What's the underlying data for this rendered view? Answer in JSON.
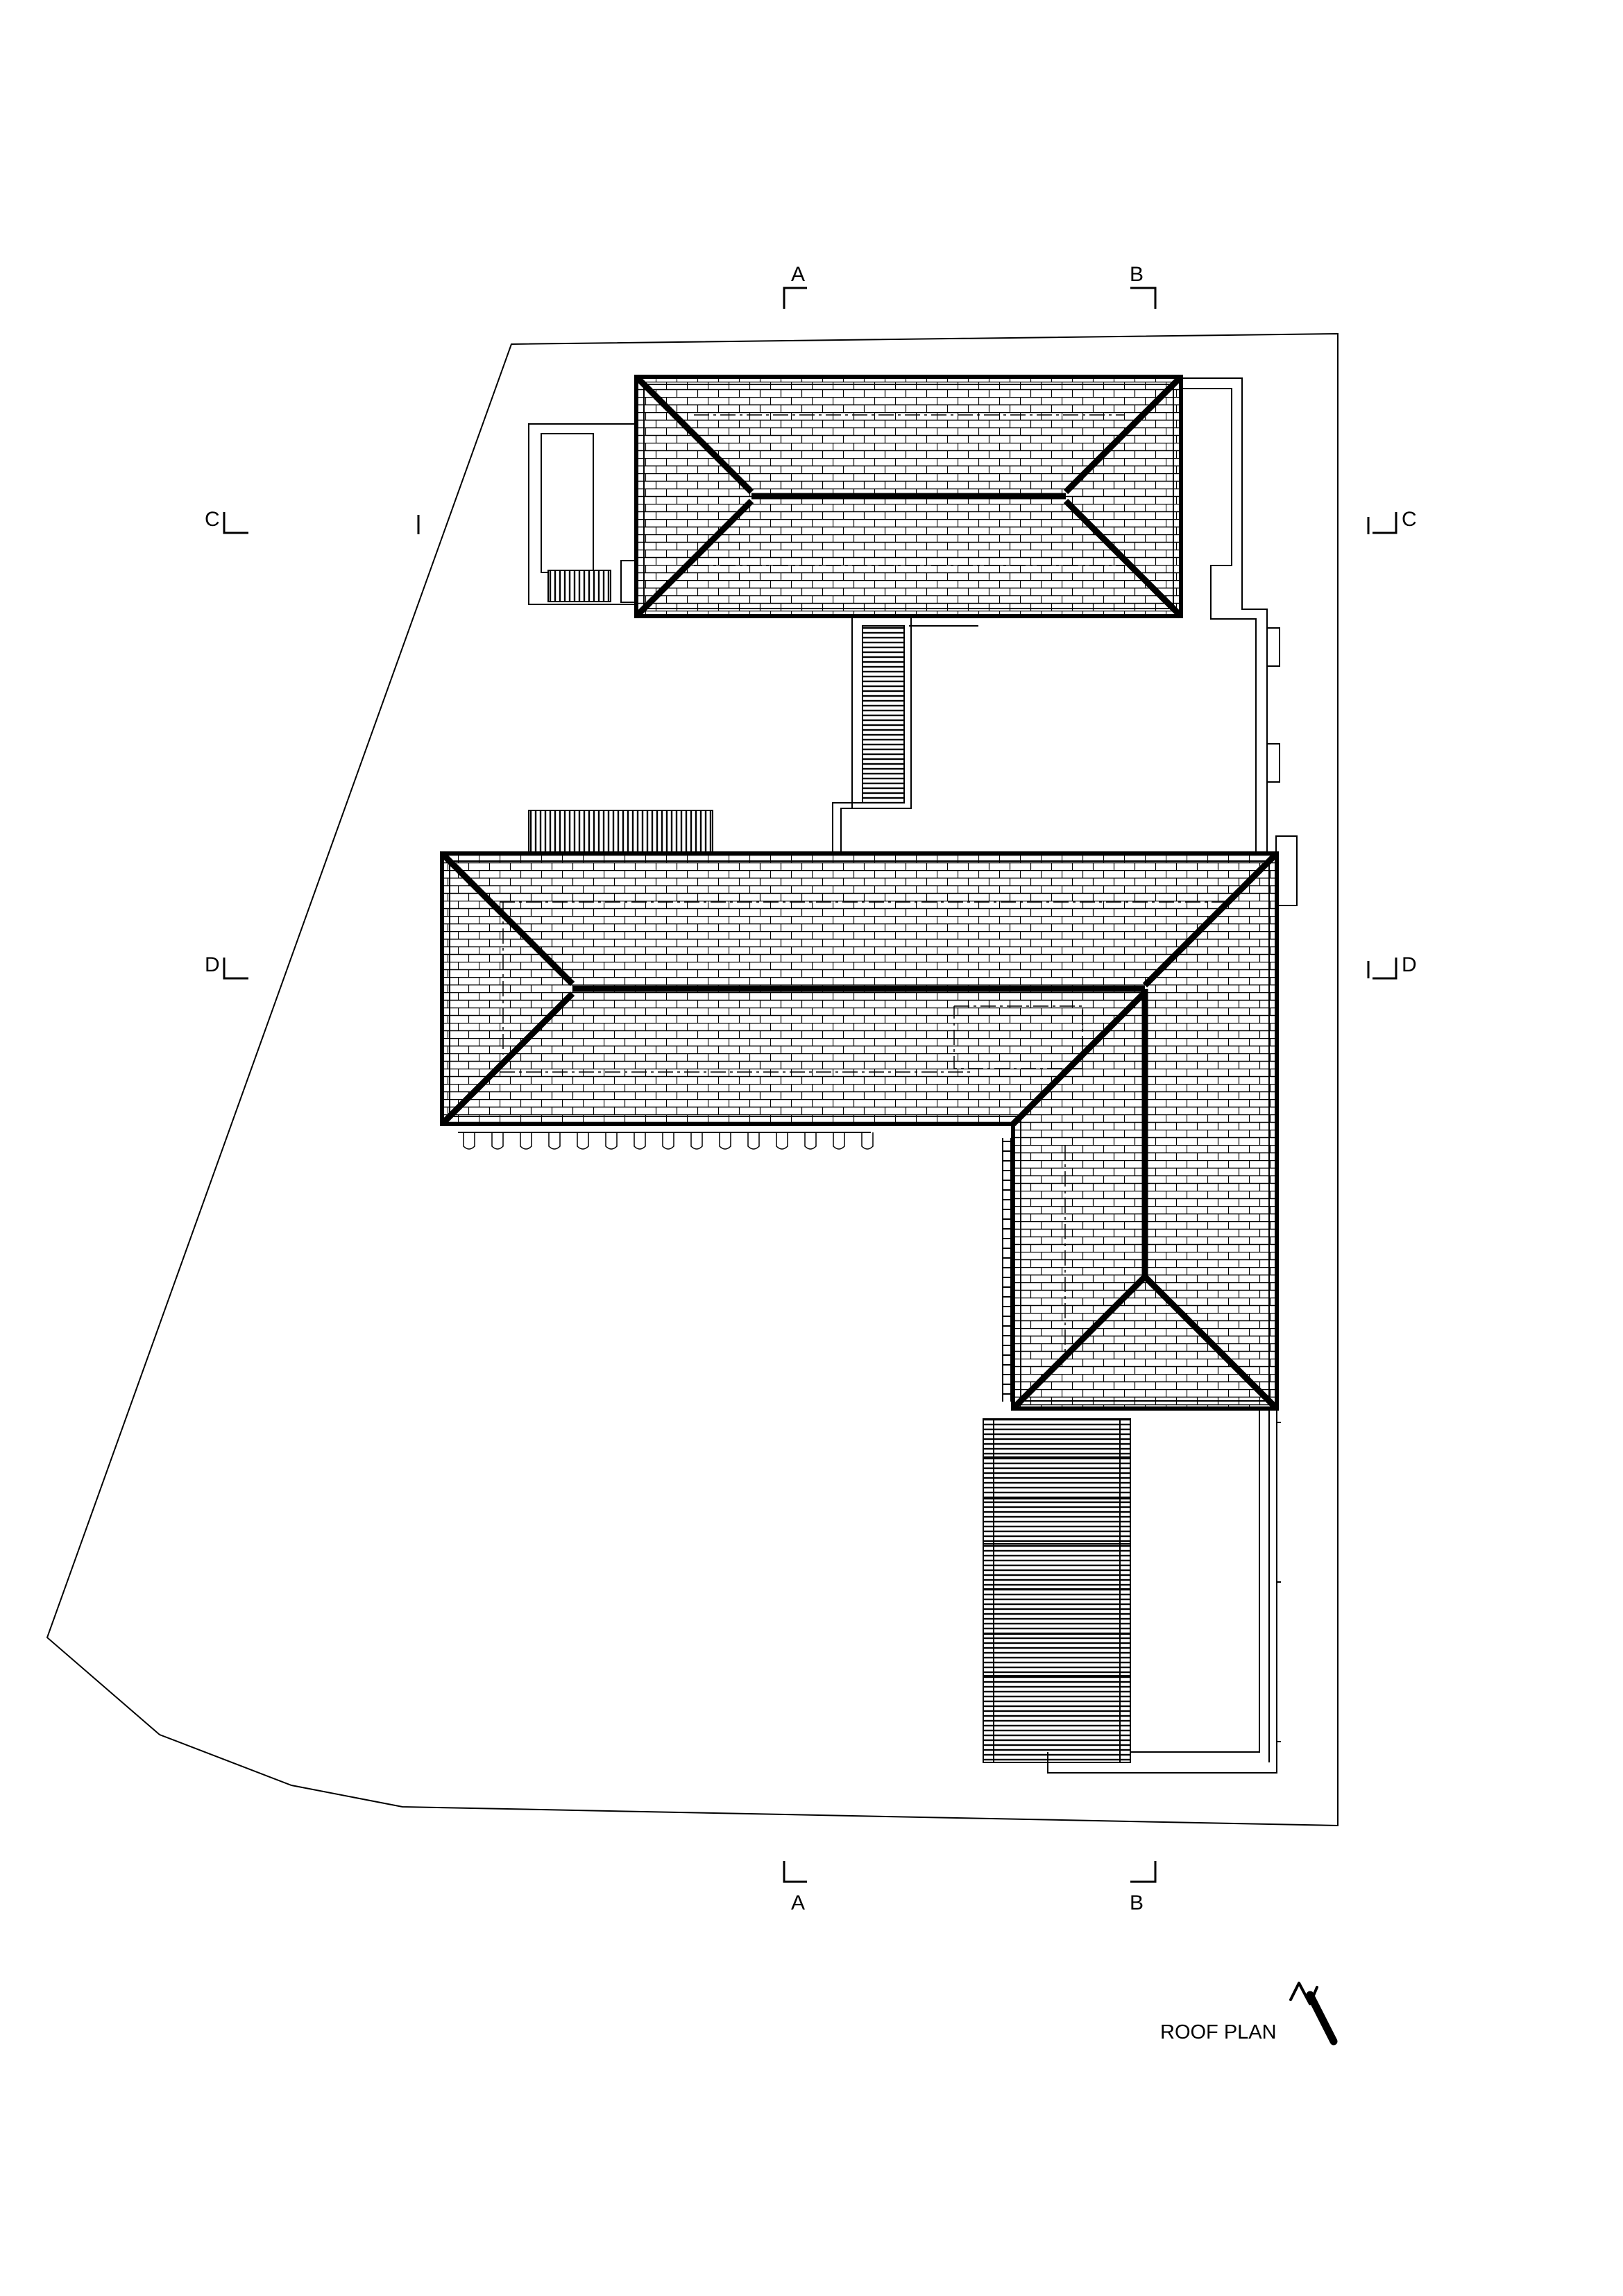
{
  "drawing": {
    "title": "ROOF PLAN",
    "north_symbol": "north-arrow-icon"
  },
  "section_markers": {
    "a_top": "A",
    "b_top": "B",
    "a_bottom": "A",
    "b_bottom": "B",
    "c_left": "C",
    "c_right": "C",
    "d_left": "D",
    "d_right": "D"
  },
  "colors": {
    "line": "#000000",
    "background": "#ffffff"
  }
}
